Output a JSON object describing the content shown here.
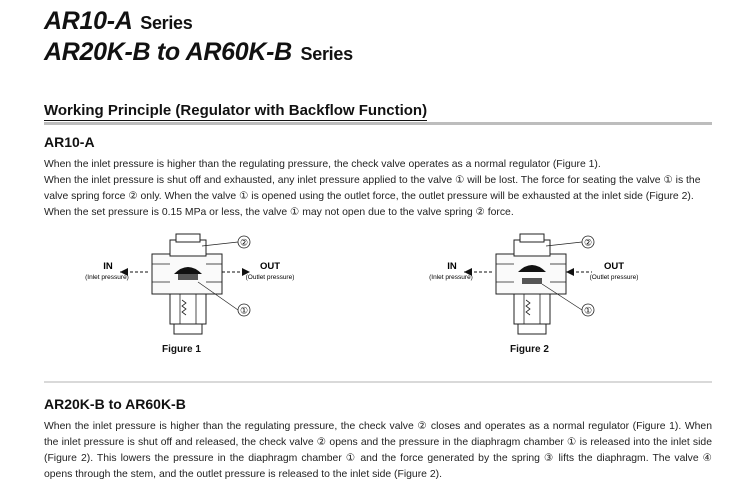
{
  "header": {
    "series_line_1_model": "AR10-A",
    "series_line_1_suffix": "Series",
    "series_line_2_model": "AR20K-B to AR60K-B",
    "series_line_2_suffix": "Series"
  },
  "section": {
    "title": "Working Principle (Regulator with Backflow Function)"
  },
  "ar10": {
    "title": "AR10-A",
    "para1": "When the inlet pressure is higher than the regulating pressure, the check valve operates as a normal regulator (Figure 1).",
    "para2": "When the inlet pressure is shut off and exhausted, any inlet pressure applied to the valve ① will be lost. The force for seating the valve ① is the valve spring force ② only. When the valve ① is opened using the outlet force, the outlet pressure will be exhausted at the inlet side (Figure 2). When the set pressure is 0.15 MPa or less, the valve ① may not open due to the valve spring ② force."
  },
  "figures": [
    {
      "caption": "Figure 1",
      "in_label": "IN",
      "in_sub": "(Inlet pressure)",
      "out_label": "OUT",
      "out_sub": "(Outlet pressure)",
      "callout_top": "②",
      "callout_bottom": "①"
    },
    {
      "caption": "Figure 2",
      "in_label": "IN",
      "in_sub": "(Inlet pressure)",
      "out_label": "OUT",
      "out_sub": "(Outlet pressure)",
      "callout_top": "②",
      "callout_bottom": "①"
    }
  ],
  "ar20": {
    "title": "AR20K-B to AR60K-B",
    "para": "When the inlet pressure is higher than the regulating pressure, the check valve ② closes and operates as a normal regulator (Figure 1). When the inlet pressure is shut off and released, the check valve ② opens and the pressure in the diaphragm chamber ① is released into the inlet side (Figure 2). This lowers the pressure in the diaphragm chamber ① and the force generated by the spring ③ lifts the diaphragm. The valve ④ opens through the stem, and the outlet pressure is released to the inlet side (Figure 2)."
  },
  "colors": {
    "rule_main": "#bdbdbd",
    "rule_light": "#d9d9d9",
    "text": "#111111"
  }
}
